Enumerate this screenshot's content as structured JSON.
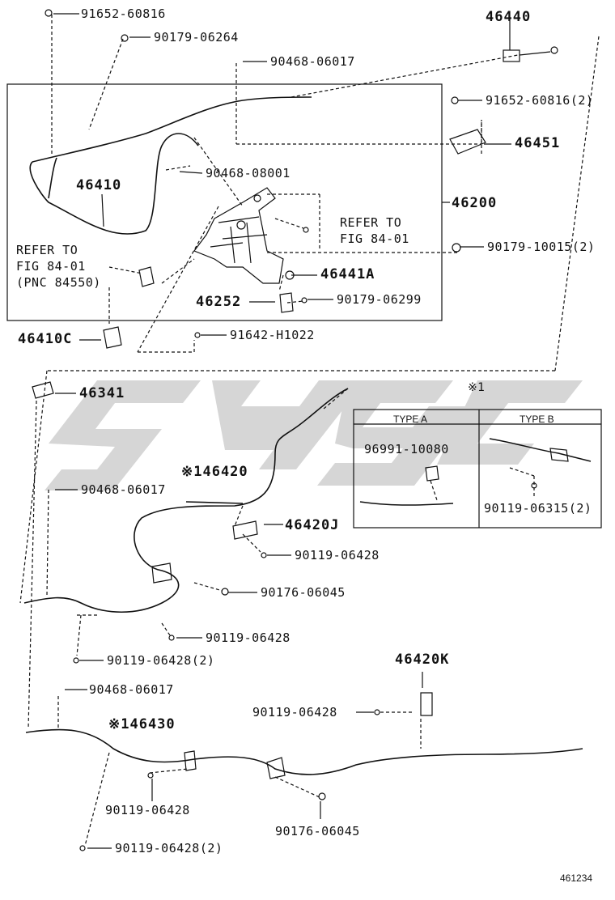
{
  "watermark": {
    "color": "#c8c8c8"
  },
  "labels": {
    "p91652_60816_top": "91652-60816",
    "p90179_06264": "90179-06264",
    "p46440": "46440",
    "p90468_06017_top": "90468-06017",
    "p91652_60816_2": "91652-60816(2)",
    "p46451": "46451",
    "p90468_08001": "90468-08001",
    "p46410": "46410",
    "p46200": "46200",
    "refer_right_line1": "REFER TO",
    "refer_right_line2": "FIG 84-01",
    "refer_left_line1": "REFER TO",
    "refer_left_line2": "FIG 84-01",
    "refer_left_line3": "(PNC 84550)",
    "p90179_10015_2": "90179-10015(2)",
    "p46441A": "46441A",
    "p46252": "46252",
    "p90179_06299": "90179-06299",
    "p46410C": "46410C",
    "p91642_H1022": "91642-H1022",
    "p46341": "46341",
    "note_mark_top": "※1",
    "type_a": "TYPE A",
    "type_b": "TYPE B",
    "p96991_10080": "96991-10080",
    "p46420": "※146420",
    "p90468_06017_mid": "90468-06017",
    "p90119_06315_2": "90119-06315(2)",
    "p46420J": "46420J",
    "p90119_06428_a": "90119-06428",
    "p90176_06045_a": "90176-06045",
    "p90119_06428_b": "90119-06428",
    "p90119_06428_2a": "90119-06428(2)",
    "p90468_06017_low": "90468-06017",
    "p46420K": "46420K",
    "p90119_06428_c": "90119-06428",
    "p46430": "※146430",
    "p90119_06428_d": "90119-06428",
    "p90176_06045_b": "90176-06045",
    "p90119_06428_2b": "90119-06428(2)",
    "illustration_code": "461234"
  }
}
